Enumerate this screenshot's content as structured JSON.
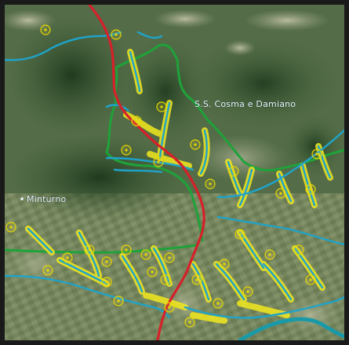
{
  "map": {
    "labels": {
      "ss_cosma": "S.S. Cosma e Damiano",
      "minturno": "Minturno"
    },
    "colors": {
      "main_river": "#d6202a",
      "boundary": "#1fa23a",
      "streams": "#1fa3c9",
      "buffer": "#f2e81e",
      "wells": "#e6d800",
      "terrain_dark": "#2f4a2a",
      "terrain_light": "#8a9a6e"
    },
    "features": [
      "main-river",
      "municipal-boundary",
      "tributary-streams",
      "stream-buffer",
      "well-markers",
      "place-labels"
    ]
  }
}
